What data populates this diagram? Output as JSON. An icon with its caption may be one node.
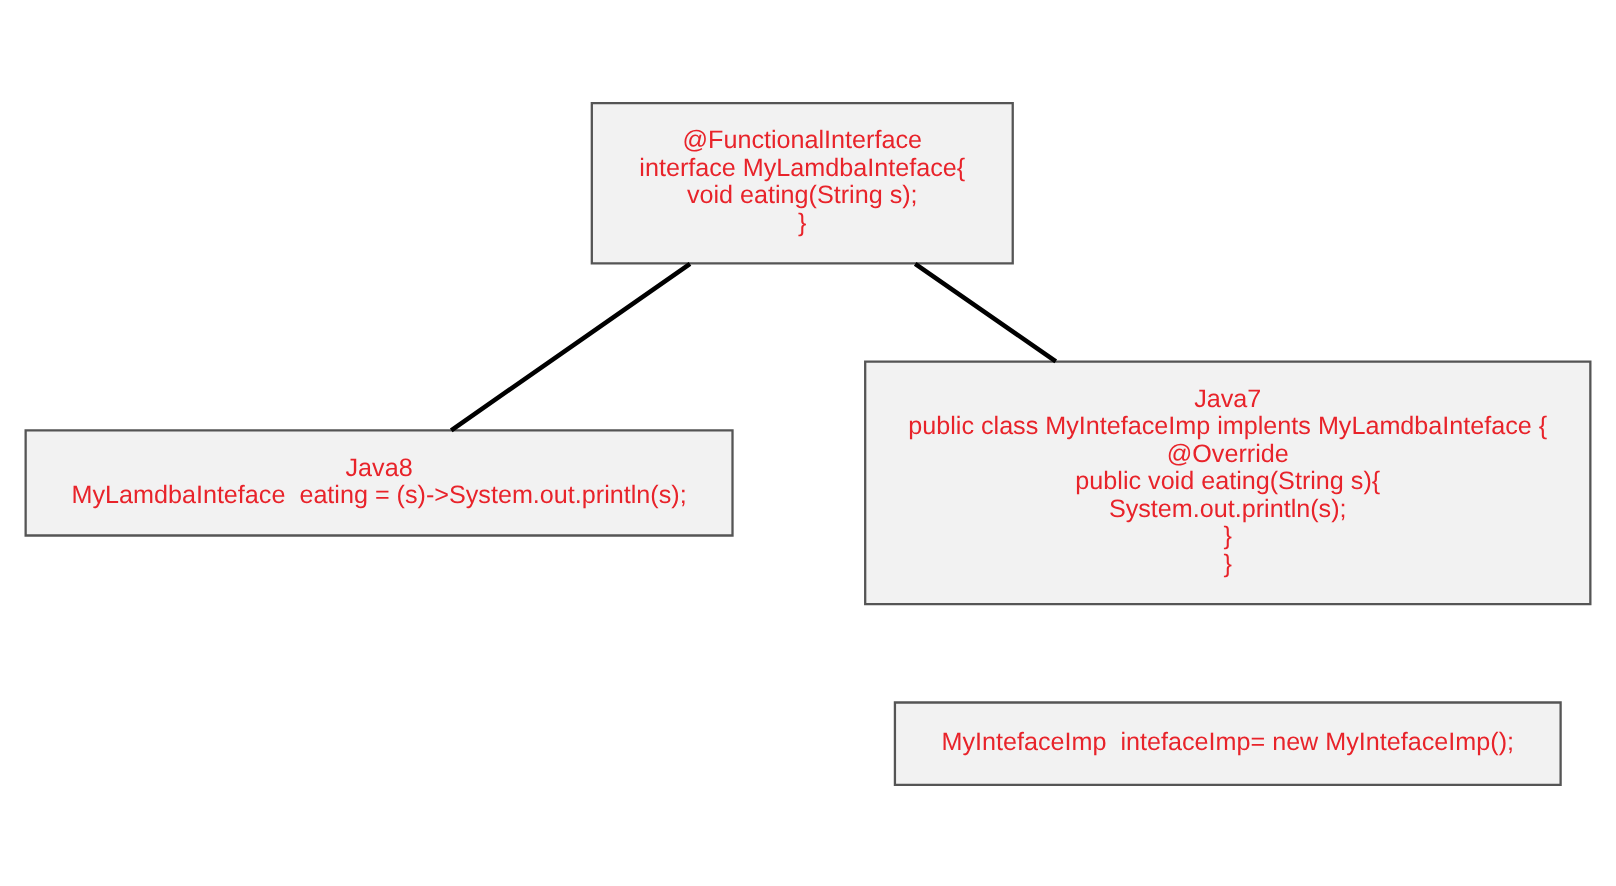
{
  "diagram": {
    "nodes": [
      {
        "text": [
          "@FunctionalInterface",
          "interface MyLamdbaInteface{",
          "void eating(String s);",
          "}"
        ]
      },
      {
        "text": [
          "Java8",
          "MyLamdbaInteface  eating = (s)->System.out.println(s);"
        ]
      },
      {
        "text": [
          "Java7",
          "public class MyIntefaceImp implents MyLamdbaInteface {",
          "@Override",
          "public void eating(String s){",
          "System.out.println(s);",
          "}",
          "}"
        ]
      },
      {
        "text": [
          "MyIntefaceImp  intefaceImp= new MyIntefaceImp();"
        ]
      }
    ],
    "edges": [
      {
        "from": 0,
        "to": 1,
        "arrow": "none"
      },
      {
        "from": 0,
        "to": 2,
        "arrow": "none"
      }
    ]
  }
}
